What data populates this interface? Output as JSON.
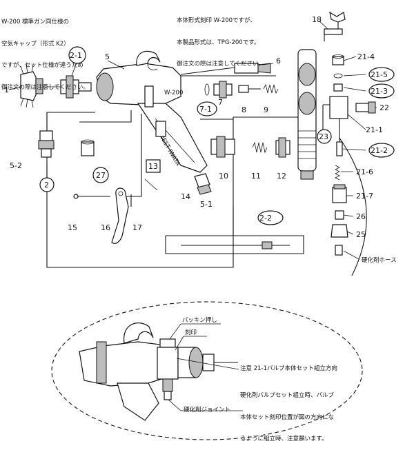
{
  "notes": {
    "aircap_note": [
      "W-200 標準ガン同仕様の",
      "空気キャップ（形式 K2）",
      "ですが、セット仕様が違うため",
      "御注文の際は注意してください。"
    ],
    "body_note": [
      "本体形式刻印 W-200ですが、",
      "本製品形式は、TPG-200です。",
      "御注文の際は注意してください。"
    ],
    "hardener_hose": "硬化剤ホース",
    "packing_press": "パッキン押し",
    "engraving": "刻印",
    "hardener_joint": "硬化剤ジョイント",
    "valve_title": "注意 21-1バルブ本体セット組立方向",
    "valve_note": [
      "硬化剤バルブセット組立時、バルブ",
      "本体セット刻印位置が図の方向にな",
      "るように組立時、注意願います。"
    ],
    "gun_stamp": "W-200",
    "brand_stamp": "ANEST IWATA"
  },
  "labels": {
    "l1": "1",
    "l2_1": "2-1",
    "l5": "5",
    "l6": "6",
    "l18": "18",
    "l21_4": "21-4",
    "l21_5": "21-5",
    "l21_3": "21-3",
    "l22": "22",
    "l7": "7",
    "l7_1": "7-1",
    "l8": "8",
    "l9": "9",
    "l23": "23",
    "l21_1": "21-1",
    "l21_2": "21-2",
    "l5_2": "5-2",
    "l27": "27",
    "l13": "13",
    "l10": "10",
    "l12": "12",
    "l11": "11",
    "l21_6": "21-6",
    "l2": "2",
    "l14": "14",
    "l5_1": "5-1",
    "l21_7": "21-7",
    "l26": "26",
    "l15": "15",
    "l16": "16",
    "l17": "17",
    "l2_2": "2-2",
    "l25": "25"
  }
}
